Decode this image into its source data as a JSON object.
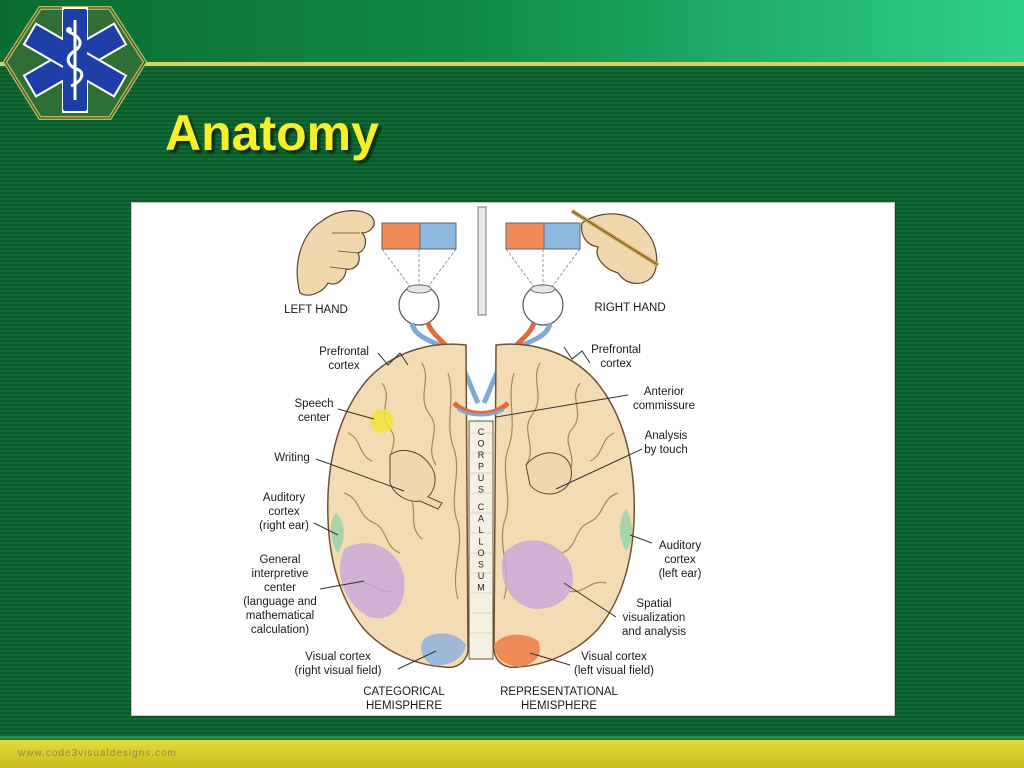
{
  "slide": {
    "title": "Anatomy",
    "footer": "www.code3visualdesigns.com",
    "colors": {
      "background": "#0c5e2e",
      "title": "#f8ef2b",
      "bottom_band": "#e0d530",
      "logo_star": "#1e3fa8",
      "logo_badge": "#2d7a3c"
    },
    "logo_icon": "star-of-life-icon"
  },
  "figure": {
    "top_labels": {
      "left_hand": "LEFT HAND",
      "right_hand": "RIGHT HAND"
    },
    "left_labels": {
      "prefrontal": [
        "Prefrontal",
        "cortex"
      ],
      "speech": [
        "Speech",
        "center"
      ],
      "writing": [
        "Writing"
      ],
      "auditory": [
        "Auditory",
        "cortex",
        "(right ear)"
      ],
      "interpretive": [
        "General",
        "interpretive",
        "center",
        "(language and",
        "mathematical",
        "calculation)"
      ],
      "visual": [
        "Visual cortex",
        "(right visual field)"
      ]
    },
    "right_labels": {
      "prefrontal": [
        "Prefrontal",
        "cortex"
      ],
      "commissure": [
        "Anterior",
        "commissure"
      ],
      "touch": [
        "Analysis",
        "by touch"
      ],
      "auditory": [
        "Auditory",
        "cortex",
        "(left ear)"
      ],
      "spatial": [
        "Spatial",
        "visualization",
        "and analysis"
      ],
      "visual": [
        "Visual cortex",
        "(left visual field)"
      ]
    },
    "hemispheres": {
      "left": [
        "CATEGORICAL",
        "HEMISPHERE"
      ],
      "right": [
        "REPRESENTATIONAL",
        "HEMISPHERE"
      ]
    },
    "corpus_callosum": "CORPUS CALLOSUM"
  }
}
